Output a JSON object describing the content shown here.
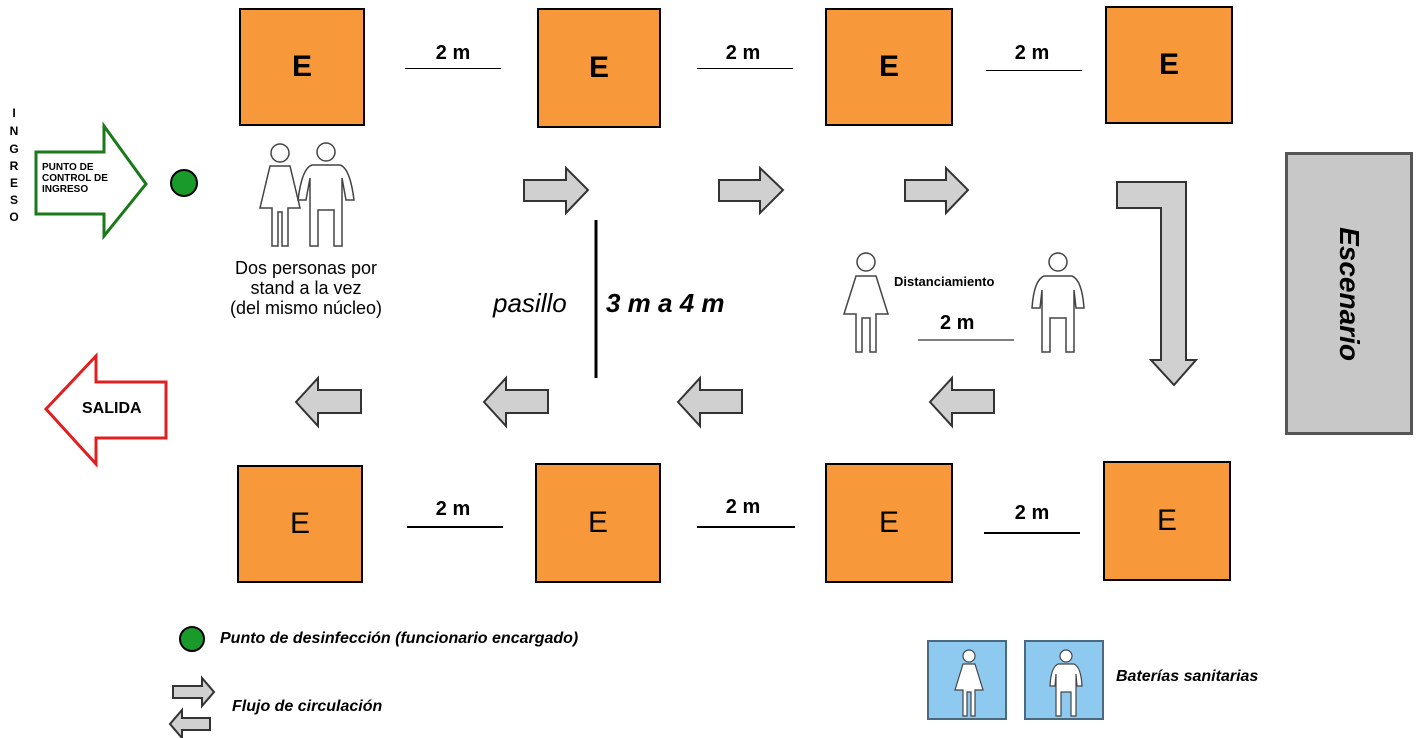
{
  "stand_label": "E",
  "distance_label": "2 m",
  "entry": {
    "vertical_label": [
      "I",
      "N",
      "G",
      "R",
      "E",
      "S",
      "O"
    ],
    "control_point": "PUNTO DE CONTROL DE INGRESO",
    "control_lines": [
      "PUNTO DE",
      "CONTROL DE",
      "INGRESO"
    ],
    "color": "#1a7a1a"
  },
  "exit": {
    "label": "SALIDA",
    "color": "#e02020"
  },
  "visitors_note": [
    "Dos personas por",
    "stand a la vez",
    "(del mismo núcleo)"
  ],
  "aisle": {
    "label": "pasillo",
    "width": "3 m a 4 m"
  },
  "distancing": {
    "label": "Distanciamiento",
    "distance": "2 m"
  },
  "stage": {
    "label": "Escenario",
    "color": "#c8c8c8"
  },
  "legend": {
    "disinfection": "Punto de desinfección (funcionario encargado)",
    "flow": "Flujo de circulación",
    "restrooms": "Baterías sanitarias"
  },
  "colors": {
    "stand": "#f7993a",
    "arrow_fill": "#d0d0d0",
    "disinfection_dot": "#1a9a2a",
    "restroom": "#8ec9ef"
  },
  "icons": [
    "person-female-icon",
    "person-male-icon",
    "arrow-right-icon",
    "arrow-left-icon",
    "arrow-down-icon",
    "disinfection-dot-icon"
  ]
}
